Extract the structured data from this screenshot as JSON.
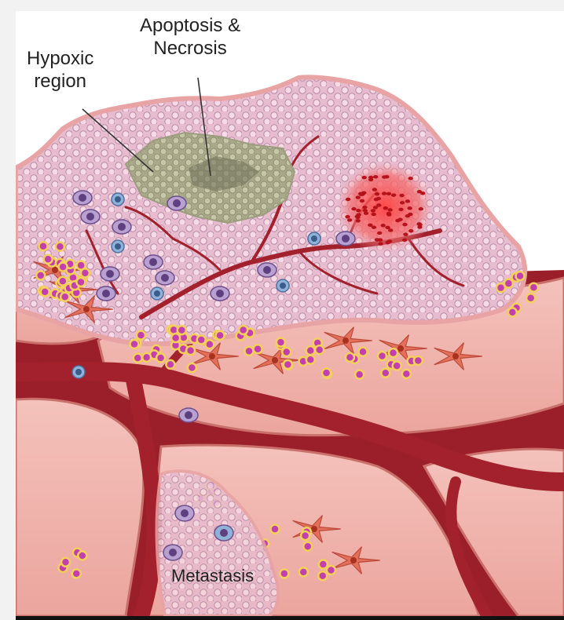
{
  "labels": {
    "hypoxic_line1": "Hypoxic",
    "hypoxic_line2": "region",
    "apoptosis_line1": "Apoptosis &",
    "apoptosis_line2": "Necrosis",
    "metastasis": "Metastasis"
  },
  "colors": {
    "tissue": "#f0b4ae",
    "tissue_dark": "#d9837c",
    "tumor": "#ebc3d6",
    "vessel": "#a9222d",
    "necrosis": "#b8b89a",
    "hemorrhage": "#f05a5a",
    "cell": "#f4d4df",
    "cell_rim": "#b989a8",
    "dot_purple": "#c23fb2",
    "dot_yellow": "#f4d35e"
  }
}
